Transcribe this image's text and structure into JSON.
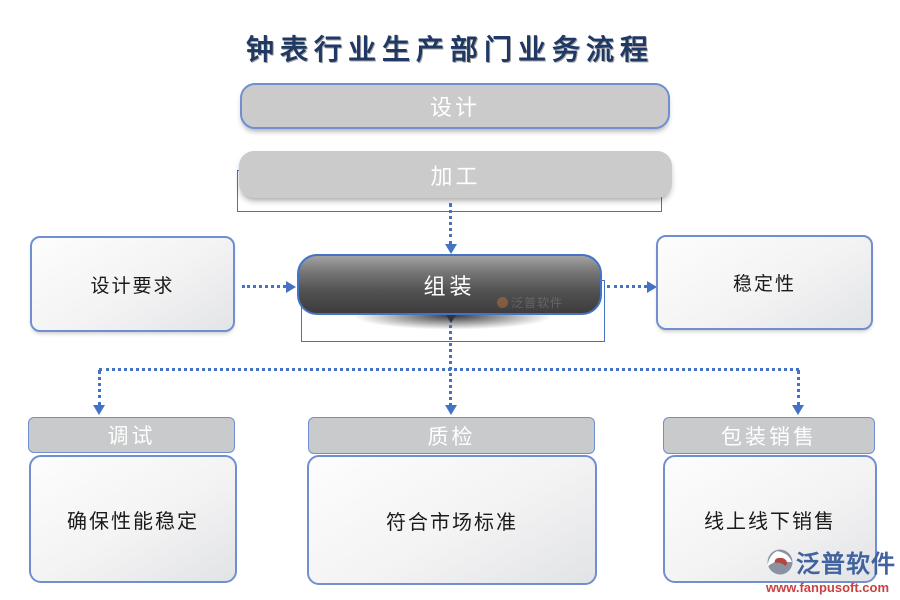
{
  "title": "钟表行业生产部门业务流程",
  "flow": {
    "design": {
      "label": "设计"
    },
    "processing": {
      "label": "加工"
    },
    "assembly": {
      "label": "组装"
    },
    "design_requirements": {
      "label": "设计要求"
    },
    "stability": {
      "label": "稳定性"
    },
    "debugging": {
      "header": "调试",
      "detail": "确保性能稳定"
    },
    "quality_inspection": {
      "header": "质检",
      "detail": "符合市场标准"
    },
    "packaging_sales": {
      "header": "包装销售",
      "detail": "线上线下销售"
    }
  },
  "watermark": {
    "text": "泛普软件"
  },
  "logo": {
    "brand": "泛普软件",
    "website": "www.fanpusoft.com"
  },
  "colors": {
    "accent_blue": "#4472c4",
    "box_border_blue": "#6f8fd2",
    "header_gray": "#c9cacc",
    "title_navy": "#1f3864",
    "dark_node": "#4a4a4a",
    "logo_blue": "#40639f",
    "logo_red": "#cc4040"
  }
}
